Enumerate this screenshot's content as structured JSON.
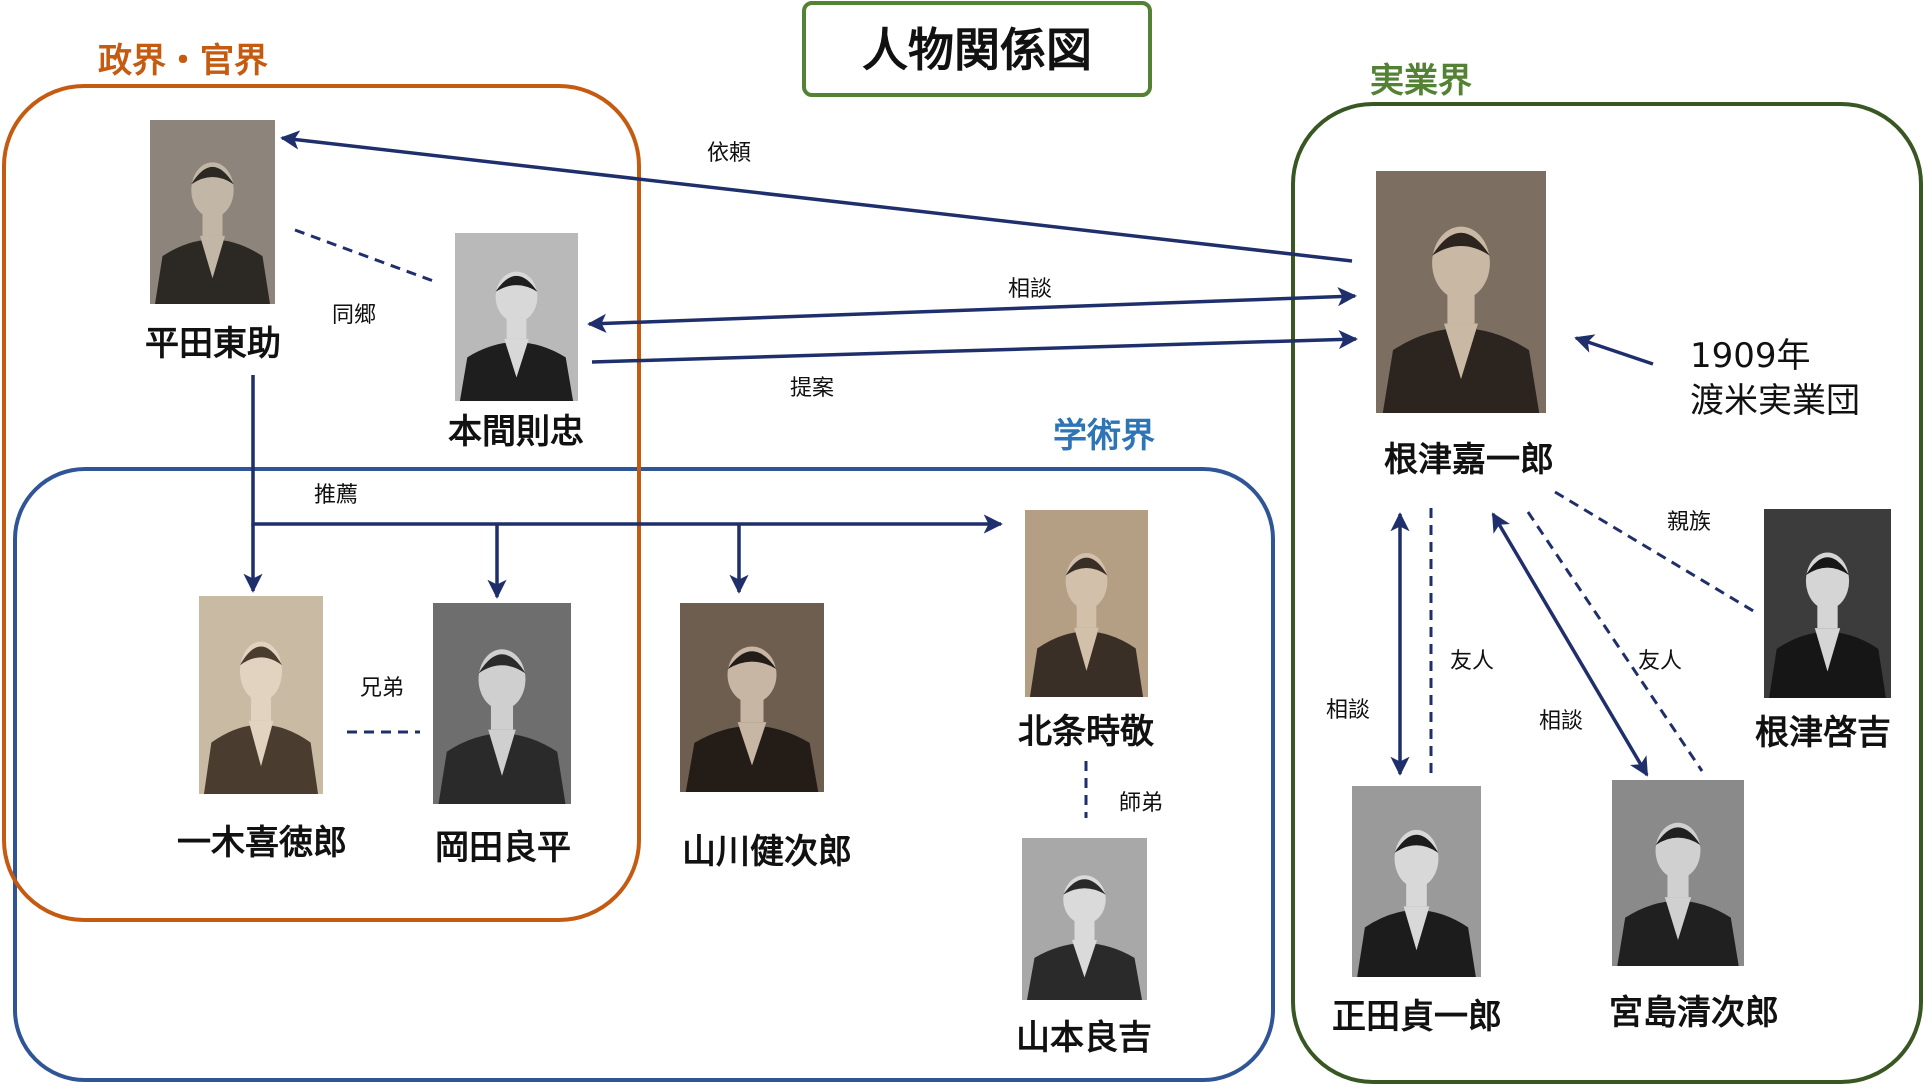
{
  "title": "人物関係図",
  "groups": {
    "politics": {
      "label": "政界・官界"
    },
    "academia": {
      "label": "学術界"
    },
    "business": {
      "label": "実業界"
    }
  },
  "people": {
    "hirata": {
      "name": "平田東助"
    },
    "honma": {
      "name": "本間則忠"
    },
    "nezu": {
      "name": "根津嘉一郎"
    },
    "hojo": {
      "name": "北条時敬"
    },
    "yamamoto": {
      "name": "山本良吉"
    },
    "ichiki": {
      "name": "一木喜徳郎"
    },
    "okada": {
      "name": "岡田良平"
    },
    "yamakawa": {
      "name": "山川健次郎"
    },
    "nezu_keikichi": {
      "name": "根津啓吉"
    },
    "shoda": {
      "name": "正田貞一郎"
    },
    "miyajima": {
      "name": "宮島清次郎"
    }
  },
  "note": {
    "year": "1909年",
    "event": "渡米実業団"
  },
  "relations": {
    "request": "依頼",
    "consult_honma": "相談",
    "proposal": "提案",
    "hometown": "同郷",
    "recommend": "推薦",
    "brothers": "兄弟",
    "mentor": "師弟",
    "consult_shoda": "相談",
    "friend_shoda": "友人",
    "consult_miyajima": "相談",
    "friend_miyajima": "友人",
    "relatives": "親族"
  },
  "colors": {
    "politics": "#C55A11",
    "academia": "#2F5597",
    "academia_label": "#2E75B6",
    "business": "#385723",
    "business_label": "#548235",
    "title_border": "#548235",
    "arrow": "#1F2F6B"
  }
}
